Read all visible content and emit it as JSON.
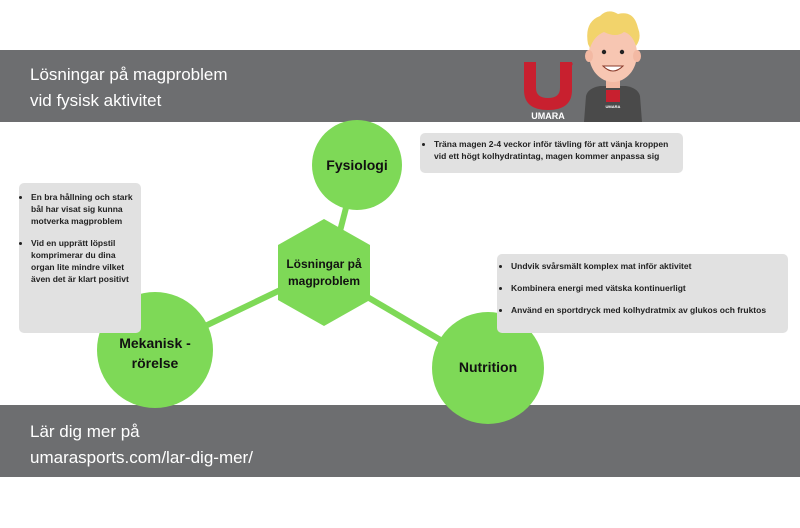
{
  "header": {
    "title_line1": "Lösningar på magproblem",
    "title_line2": "vid fysisk aktivitet"
  },
  "footer": {
    "line1": "Lär dig mer på",
    "line2": "umarasports.com/lar-dig-mer/"
  },
  "brand": {
    "logo_text": "UMARA",
    "shirt_text": "UMARA",
    "logo_color": "#c8202f",
    "mascot": "cartoon-person-icon"
  },
  "diagram": {
    "node_color": "#7ed957",
    "center": {
      "line1": "Lösningar på",
      "line2": "magproblem"
    },
    "fysiologi": {
      "label": "Fysiologi"
    },
    "mekanisk": {
      "line1": "Mekanisk -",
      "line2": "rörelse"
    },
    "nutrition": {
      "label": "Nutrition"
    }
  },
  "notes": {
    "fysiologi": [
      "Träna magen 2-4 veckor inför tävling för att vänja kroppen vid ett högt kolhydratintag, magen kommer anpassa sig"
    ],
    "mekanisk": [
      "En bra hållning och stark bål har visat sig kunna motverka magproblem",
      "Vid en upprätt löpstil komprimerar du dina organ lite mindre vilket även det är klart positivt"
    ],
    "nutrition": [
      "Undvik svårsmält komplex mat inför aktivitet",
      "Kombinera energi med vätska kontinuerligt",
      "Använd en sportdryck med kolhydratmix av glukos och fruktos"
    ]
  }
}
